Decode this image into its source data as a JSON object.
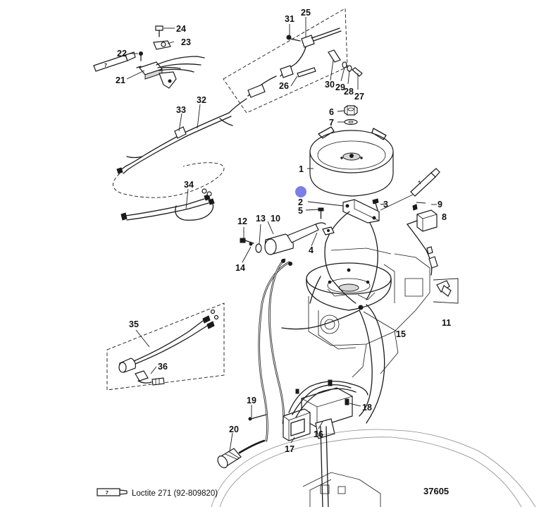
{
  "figure_number": "37605",
  "legend": {
    "tube_code": "7",
    "text": "Loctite 271 (92-809820)"
  },
  "highlight_color": "#7b7fe6",
  "callouts": [
    "1",
    "2",
    "3",
    "4",
    "5",
    "6",
    "7",
    "8",
    "9",
    "10",
    "11",
    "12",
    "13",
    "14",
    "15",
    "16",
    "17",
    "18",
    "19",
    "20",
    "21",
    "22",
    "23",
    "24",
    "25",
    "26",
    "27",
    "28",
    "29",
    "30",
    "31",
    "32",
    "33",
    "34",
    "35",
    "36"
  ],
  "sealant_tubes": [
    {
      "code": "7"
    },
    {
      "code": "7"
    },
    {
      "code": "7"
    }
  ]
}
